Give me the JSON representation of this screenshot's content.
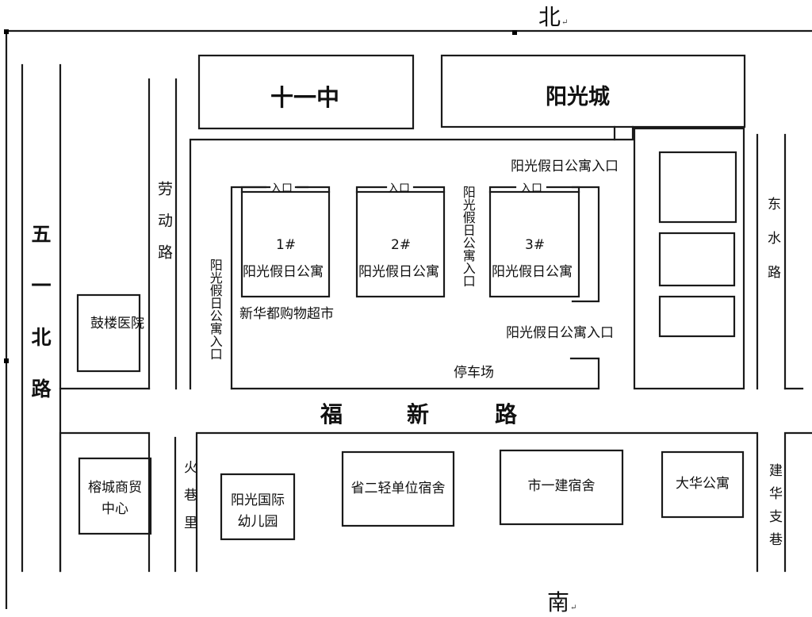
{
  "compass": {
    "north": "北",
    "south": "南"
  },
  "roads": {
    "wuyi_bei": "五一北路",
    "laodong": "劳动路",
    "dongshui": "东水路",
    "fuxin": [
      "福",
      "新",
      "路"
    ],
    "huoxiang": "火巷里",
    "jianhua": "建华支巷"
  },
  "buildings": {
    "school": "十一中",
    "sunshine_city": "阳光城",
    "hospital": "鼓楼医院",
    "trade_center_line1": "榕城商贸",
    "trade_center_line2": "中心",
    "kindergarten_line1": "阳光国际",
    "kindergarten_line2": "幼儿园",
    "dorm_light_industry": "省二轻单位宿舍",
    "dorm_city_construction": "市一建宿舍",
    "dahua": "大华公寓"
  },
  "apartments": [
    {
      "number": "1#",
      "name": "阳光假日公寓"
    },
    {
      "number": "2#",
      "name": "阳光假日公寓"
    },
    {
      "number": "3#",
      "name": "阳光假日公寓"
    }
  ],
  "labels": {
    "entrance": "入口",
    "entrance_full": "阳光假日公寓入口",
    "supermarket": "新华都购物超市",
    "parking": "停车场"
  }
}
